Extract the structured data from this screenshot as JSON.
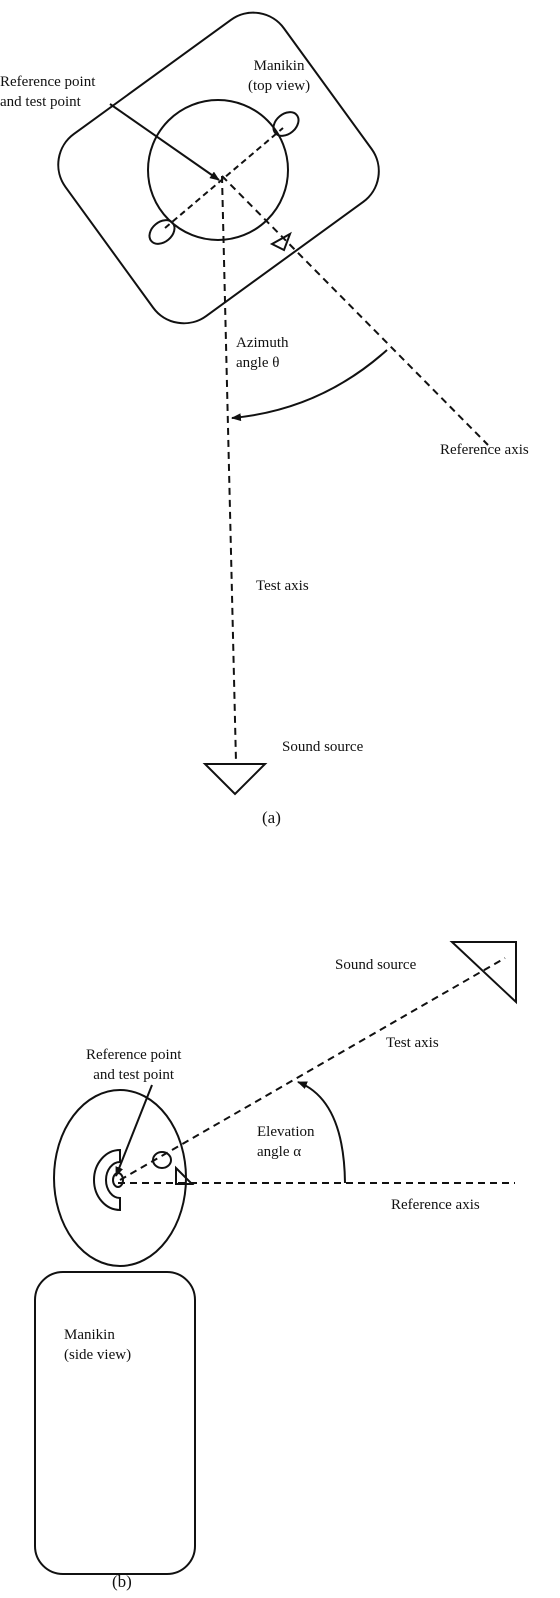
{
  "panel_a": {
    "manikin": [
      "Manikin",
      "(top view)"
    ],
    "reference_point": [
      "Reference point",
      "and test point"
    ],
    "azimuth": [
      "Azimuth",
      "angle θ"
    ],
    "reference_axis": "Reference axis",
    "test_axis": "Test axis",
    "sound_source": "Sound source",
    "caption": "(a)"
  },
  "panel_b": {
    "sound_source": "Sound source",
    "reference_point": [
      "Reference point",
      "and test point"
    ],
    "test_axis": "Test axis",
    "elevation": [
      "Elevation",
      "angle α"
    ],
    "reference_axis": "Reference axis",
    "manikin": [
      "Manikin",
      "(side view)"
    ],
    "caption": "(b)"
  },
  "colors": {
    "ink": "#111111",
    "background": "#ffffff"
  }
}
